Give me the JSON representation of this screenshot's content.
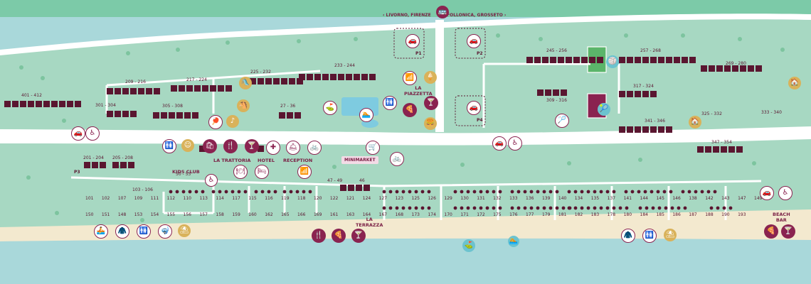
{
  "road": {
    "left_dest": "‹ LIVORNO, FIRENZE",
    "right_dest": "FOLLONICA, GROSSETO ›"
  },
  "areas": {
    "kids_club": "KIDS CLUB",
    "trattoria": "LA TRATTORIA",
    "hotel": "HOTEL",
    "reception": "RECEPTION",
    "minimarket": "MINIMARKET",
    "piazzetta": "LA\nPIAZZETTA",
    "terrazza": "LA\nTERRAZZA",
    "beach_bar": "BEACH\nBAR"
  },
  "parking": [
    "P1",
    "P2",
    "P3",
    "P4"
  ],
  "ranges": [
    "401 - 412",
    "209 - 216",
    "217 - 224",
    "225 - 232",
    "233 - 244",
    "245 - 256",
    "257 - 268",
    "269 - 280",
    "301 - 304",
    "305 - 308",
    "27 - 36",
    "309 - 316",
    "317 - 324",
    "325 - 332",
    "333 - 340",
    "341 - 346",
    "347 - 354",
    "201 - 204",
    "205 - 208",
    "50 - 53",
    "103 - 106",
    "47 - 49",
    "46"
  ],
  "numbers": [
    "101",
    "102",
    "107",
    "109",
    "111",
    "112",
    "110",
    "113",
    "114",
    "117",
    "115",
    "116",
    "119",
    "118",
    "120",
    "122",
    "121",
    "124",
    "127",
    "123",
    "125",
    "126",
    "129",
    "130",
    "131",
    "132",
    "133",
    "136",
    "139",
    "140",
    "134",
    "135",
    "137",
    "141",
    "144",
    "145",
    "146",
    "138",
    "142",
    "143",
    "147",
    "149",
    "150",
    "151",
    "148",
    "153",
    "154",
    "155",
    "156",
    "157",
    "158",
    "159",
    "160",
    "162",
    "165",
    "166",
    "169",
    "161",
    "163",
    "164",
    "167",
    "168",
    "173",
    "174",
    "170",
    "171",
    "172",
    "175",
    "176",
    "177",
    "179",
    "181",
    "182",
    "183",
    "178",
    "180",
    "184",
    "185",
    "186",
    "187",
    "188",
    "190",
    "193"
  ],
  "colors": {
    "sea": "#a9d8da",
    "sand": "#f3e9cf",
    "land": "#a7d8c2",
    "road": "#ffffff",
    "accent": "#8a2350",
    "gold": "#d9b25a",
    "pool": "#7ecbe0",
    "pitch": "#5bb56a"
  }
}
